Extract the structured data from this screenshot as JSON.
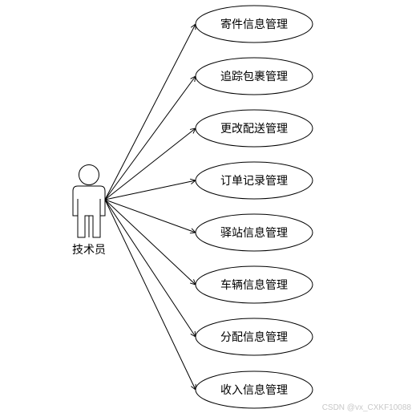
{
  "actor": {
    "label": "技术员"
  },
  "use_cases": [
    {
      "label": "寄件信息管理"
    },
    {
      "label": "追踪包裹管理"
    },
    {
      "label": "更改配送管理"
    },
    {
      "label": "订单记录管理"
    },
    {
      "label": "驿站信息管理"
    },
    {
      "label": "车辆信息管理"
    },
    {
      "label": "分配信息管理"
    },
    {
      "label": "收入信息管理"
    }
  ],
  "watermark": "CSDN @vx_CXKF10088",
  "colors": {
    "stroke": "#000000",
    "background": "#ffffff",
    "watermark": "#c8c8c8"
  }
}
